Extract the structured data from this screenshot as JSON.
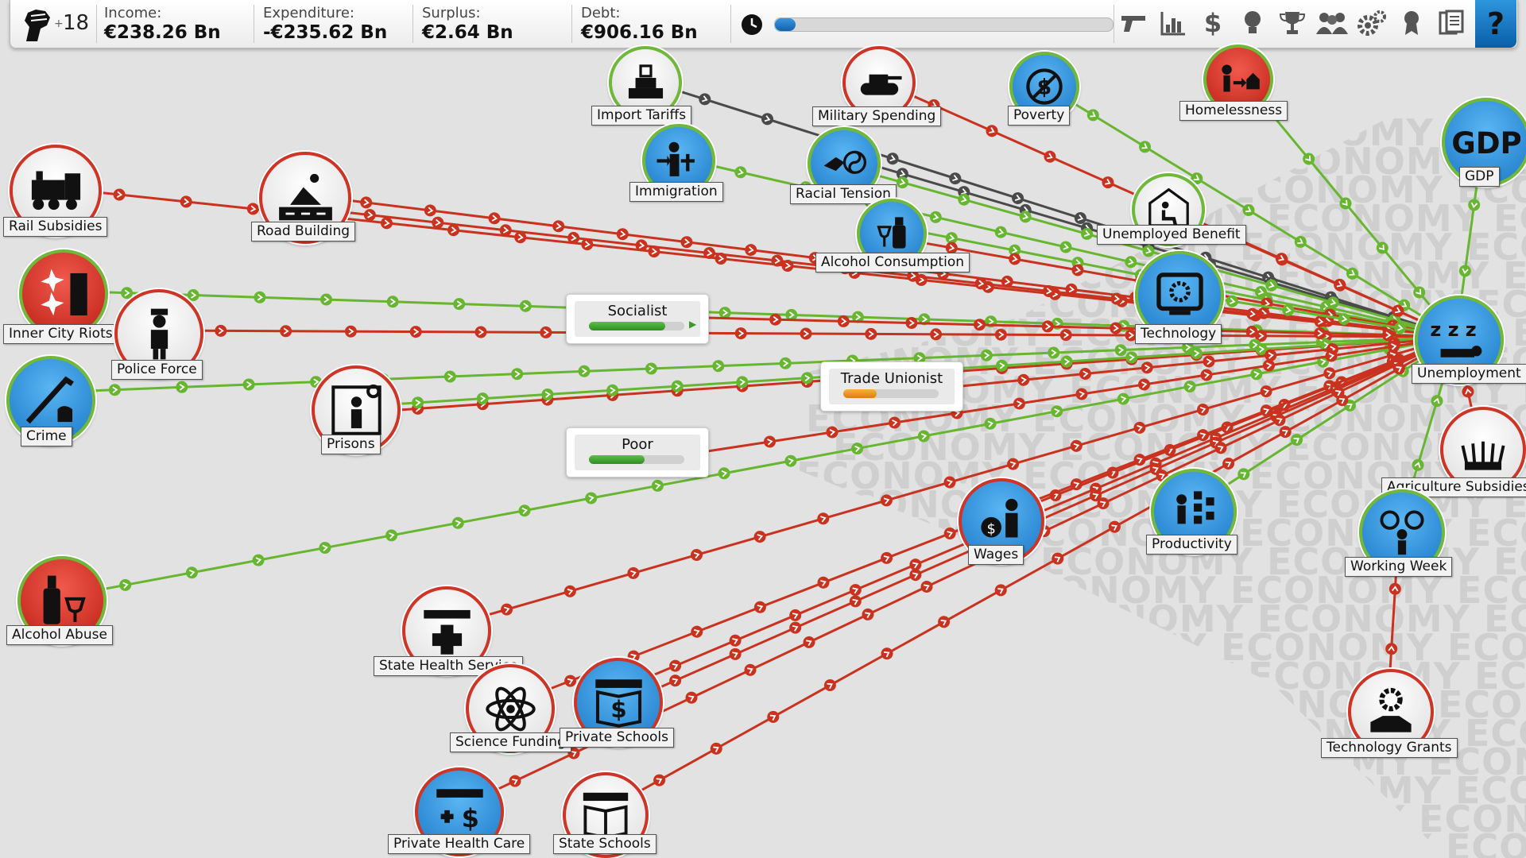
{
  "topbar": {
    "political_capital": "18",
    "political_capital_plus": "+",
    "income_label": "Income:",
    "income_value": "€238.26 Bn",
    "expenditure_label": "Expenditure:",
    "expenditure_value": "-€235.62 Bn",
    "surplus_label": "Surplus:",
    "surplus_value": "€2.64 Bn",
    "debt_label": "Debt:",
    "debt_value": "€906.16 Bn",
    "term_progress": 0.06,
    "help_symbol": "?",
    "icons": [
      "gun-icon",
      "chart-icon",
      "dollar-icon",
      "lightbulb-icon",
      "trophy-icon",
      "people-icon",
      "gears-icon",
      "award-icon",
      "documents-icon",
      "help-icon"
    ]
  },
  "watermark_text": "ECONOMY",
  "colors": {
    "red": "#cf3527",
    "green": "#6fb83a",
    "grey": "#555555",
    "blue": "#1e7fcf"
  },
  "groups": [
    {
      "id": "socialist",
      "name": "Socialist",
      "value": 0.8,
      "fill": "green",
      "arrow": "▶"
    },
    {
      "id": "trade-unionist",
      "name": "Trade Unionist",
      "value": 0.35,
      "fill": "orange"
    },
    {
      "id": "poor",
      "name": "Poor",
      "value": 0.58,
      "fill": "green"
    }
  ],
  "nodes": [
    {
      "id": "import-tariffs",
      "label": "Import Tariffs",
      "icon": "ship-icon",
      "style": "policy",
      "ring": "green"
    },
    {
      "id": "military-spending",
      "label": "Military Spending",
      "icon": "tank-icon",
      "style": "policy",
      "ring": "red"
    },
    {
      "id": "poverty",
      "label": "Poverty",
      "icon": "no-dollar-icon",
      "style": "blue",
      "ring": "green"
    },
    {
      "id": "homelessness",
      "label": "Homelessness",
      "icon": "homeless-icon",
      "style": "red",
      "ring": "green"
    },
    {
      "id": "gdp",
      "label": "GDP",
      "icon": "gdp-icon",
      "style": "blue",
      "ring": "green",
      "text": "GDP"
    },
    {
      "id": "immigration",
      "label": "Immigration",
      "icon": "immigration-icon",
      "style": "blue",
      "ring": "green"
    },
    {
      "id": "racial-tension",
      "label": "Racial Tension",
      "icon": "handshake-icon",
      "style": "blue",
      "ring": "green"
    },
    {
      "id": "alcohol-consumption",
      "label": "Alcohol Consumption",
      "icon": "wine-icon",
      "style": "blue",
      "ring": "green"
    },
    {
      "id": "unemployed-benefit",
      "label": "Unemployed Benefit",
      "icon": "benefit-icon",
      "style": "policy",
      "ring": "green"
    },
    {
      "id": "rail-subsidies",
      "label": "Rail Subsidies",
      "icon": "train-icon",
      "style": "policy",
      "ring": "red"
    },
    {
      "id": "road-building",
      "label": "Road Building",
      "icon": "road-icon",
      "style": "policy",
      "ring": "red"
    },
    {
      "id": "technology",
      "label": "Technology",
      "icon": "tech-icon",
      "style": "blue",
      "ring": "green"
    },
    {
      "id": "inner-city-riots",
      "label": "Inner City Riots",
      "icon": "riot-icon",
      "style": "red",
      "ring": "green"
    },
    {
      "id": "police-force",
      "label": "Police Force",
      "icon": "police-icon",
      "style": "policy",
      "ring": "red"
    },
    {
      "id": "unemployment",
      "label": "Unemployment",
      "icon": "sleeping-icon",
      "style": "blue",
      "ring": "green",
      "text": "z z z"
    },
    {
      "id": "crime",
      "label": "Crime",
      "icon": "crowbar-icon",
      "style": "blue",
      "ring": "green"
    },
    {
      "id": "prisons",
      "label": "Prisons",
      "icon": "prison-icon",
      "style": "policy",
      "ring": "red"
    },
    {
      "id": "agriculture-subsidies",
      "label": "Agriculture Subsidies",
      "icon": "wheat-icon",
      "style": "policy",
      "ring": "red"
    },
    {
      "id": "productivity",
      "label": "Productivity",
      "icon": "productivity-icon",
      "style": "blue",
      "ring": "green"
    },
    {
      "id": "wages",
      "label": "Wages",
      "icon": "wages-icon",
      "style": "blue",
      "ring": "red"
    },
    {
      "id": "working-week",
      "label": "Working Week",
      "icon": "clock-person-icon",
      "style": "blue",
      "ring": "green"
    },
    {
      "id": "alcohol-abuse",
      "label": "Alcohol Abuse",
      "icon": "bottle-icon",
      "style": "red",
      "ring": "green"
    },
    {
      "id": "state-health-service",
      "label": "State Health Service",
      "icon": "health-cross-icon",
      "style": "policy",
      "ring": "red"
    },
    {
      "id": "science-funding",
      "label": "Science Funding",
      "icon": "atom-icon",
      "style": "policy",
      "ring": "red"
    },
    {
      "id": "private-schools",
      "label": "Private Schools",
      "icon": "private-school-icon",
      "style": "blue",
      "ring": "red"
    },
    {
      "id": "technology-grants",
      "label": "Technology Grants",
      "icon": "grant-icon",
      "style": "policy",
      "ring": "red"
    },
    {
      "id": "private-health-care",
      "label": "Private Health Care",
      "icon": "private-health-icon",
      "style": "blue",
      "ring": "red"
    },
    {
      "id": "state-schools",
      "label": "State Schools",
      "icon": "book-icon",
      "style": "policy",
      "ring": "red"
    }
  ],
  "links": [
    {
      "from": "import-tariffs",
      "to": "unemployment",
      "type": "grey"
    },
    {
      "from": "military-spending",
      "to": "unemployment",
      "type": "red"
    },
    {
      "from": "poverty",
      "to": "unemployment",
      "type": "green"
    },
    {
      "from": "homelessness",
      "to": "unemployment",
      "type": "green"
    },
    {
      "from": "gdp",
      "to": "unemployment",
      "type": "green"
    },
    {
      "from": "immigration",
      "to": "unemployment",
      "type": "green"
    },
    {
      "from": "racial-tension",
      "to": "unemployment",
      "type": "grey"
    },
    {
      "from": "racial-tension",
      "to": "unemployment",
      "type": "green"
    },
    {
      "from": "alcohol-consumption",
      "to": "unemployment",
      "type": "green"
    },
    {
      "from": "alcohol-consumption",
      "to": "unemployment",
      "type": "red"
    },
    {
      "from": "unemployed-benefit",
      "to": "unemployment",
      "type": "red"
    },
    {
      "from": "rail-subsidies",
      "to": "unemployment",
      "type": "red"
    },
    {
      "from": "road-building",
      "to": "unemployment",
      "type": "red"
    },
    {
      "from": "road-building",
      "to": "unemployment",
      "type": "red"
    },
    {
      "from": "technology",
      "to": "unemployment",
      "type": "green"
    },
    {
      "from": "inner-city-riots",
      "to": "unemployment",
      "type": "green"
    },
    {
      "from": "police-force",
      "to": "unemployment",
      "type": "red"
    },
    {
      "from": "crime",
      "to": "unemployment",
      "type": "green"
    },
    {
      "from": "prisons",
      "to": "unemployment",
      "type": "red"
    },
    {
      "from": "prisons",
      "to": "unemployment",
      "type": "green"
    },
    {
      "from": "productivity",
      "to": "unemployment",
      "type": "green"
    },
    {
      "from": "wages",
      "to": "unemployment",
      "type": "red"
    },
    {
      "from": "working-week",
      "to": "unemployment",
      "type": "green"
    },
    {
      "from": "alcohol-abuse",
      "to": "unemployment",
      "type": "green"
    },
    {
      "from": "state-health-service",
      "to": "unemployment",
      "type": "red"
    },
    {
      "from": "science-funding",
      "to": "unemployment",
      "type": "red"
    },
    {
      "from": "private-schools",
      "to": "unemployment",
      "type": "red"
    },
    {
      "from": "private-schools",
      "to": "unemployment",
      "type": "red"
    },
    {
      "from": "technology-grants",
      "to": "working-week",
      "type": "red"
    },
    {
      "from": "private-health-care",
      "to": "unemployment",
      "type": "red"
    },
    {
      "from": "state-schools",
      "to": "unemployment",
      "type": "red"
    },
    {
      "from": "agriculture-subsidies",
      "to": "unemployment",
      "type": "red"
    },
    {
      "from": "socialist",
      "to": "unemployment",
      "type": "red"
    },
    {
      "from": "trade-unionist",
      "to": "unemployment",
      "type": "red"
    },
    {
      "from": "poor",
      "to": "unemployment",
      "type": "red"
    }
  ]
}
